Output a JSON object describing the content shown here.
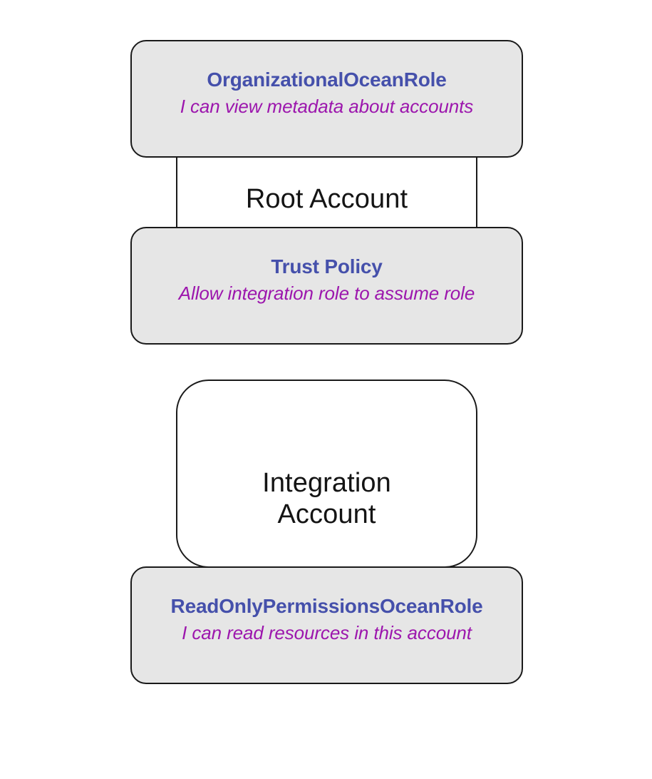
{
  "diagram": {
    "title": "AWS cross-account role trust diagram",
    "background_color": "#ffffff",
    "card_fill_color": "#e6e6e6",
    "card_border_color": "#1a1a1a",
    "role_title_color": "#4550ab",
    "role_subtitle_color": "#9c16ad",
    "account_label_color": "#141414"
  },
  "accounts": [
    {
      "id": "root-account",
      "label": "Root Account"
    },
    {
      "id": "integration-account",
      "label": "Integration\nAccount"
    }
  ],
  "cards": [
    {
      "id": "organizational-ocean-role",
      "title": "OrganizationalOceanRole",
      "subtitle": "I can view metadata about accounts"
    },
    {
      "id": "trust-policy",
      "title": "Trust Policy",
      "subtitle": "Allow integration role to assume role"
    },
    {
      "id": "readonly-permissions-ocean-role",
      "title": "ReadOnlyPermissionsOceanRole",
      "subtitle": "I can read resources in this account"
    }
  ]
}
